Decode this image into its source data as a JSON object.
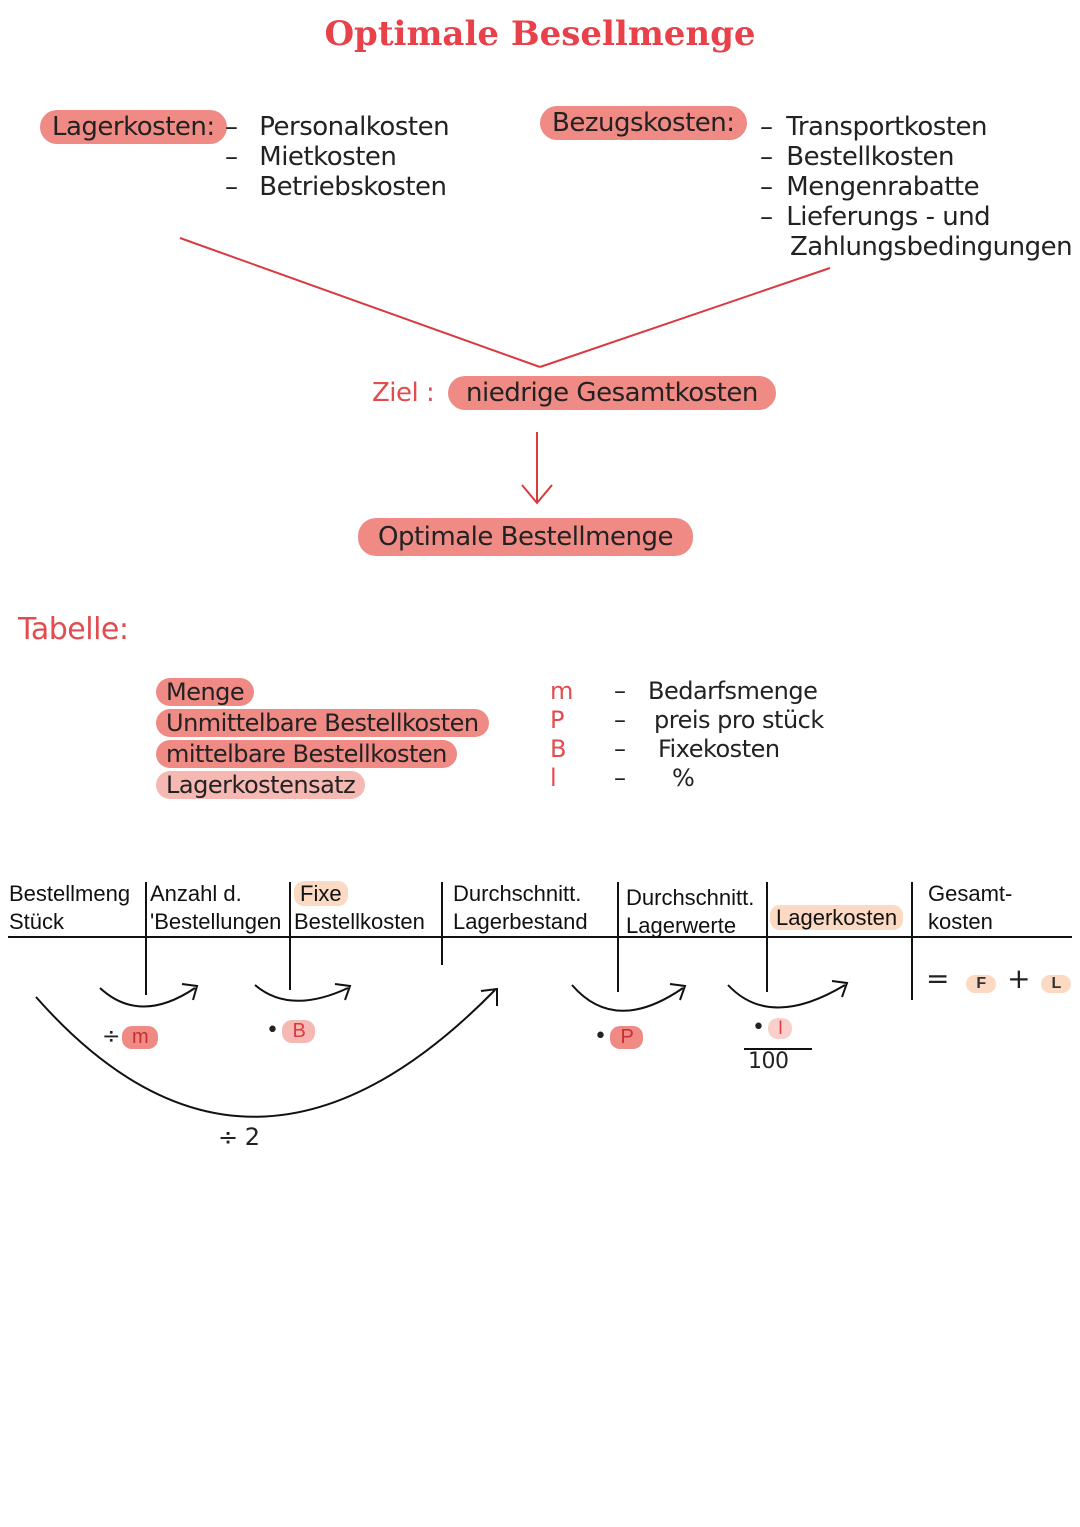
{
  "title": "Optimale Besellmenge",
  "left_group": {
    "label": "Lagerkosten:",
    "items": [
      "Personalkosten",
      "Mietkosten",
      "Betriebskosten"
    ]
  },
  "right_group": {
    "label": "Bezugskosten:",
    "items": [
      "Transportkosten",
      "Bestellkosten",
      "Mengenrabatte",
      "Lieferungs - und",
      "Zahlungsbedingungen"
    ]
  },
  "goal": {
    "label": "Ziel :",
    "value": "niedrige Gesamtkosten"
  },
  "result": "Optimale Bestellmenge",
  "table_section": {
    "label": "Tabelle:",
    "terms": [
      "Menge",
      "Unmittelbare Bestellkosten",
      "mittelbare Bestellkosten",
      "Lagerkostensatz"
    ],
    "symbols": [
      "m",
      "P",
      "B",
      "l"
    ],
    "meanings": [
      "Bedarfsmenge",
      "preis pro stück",
      "Fixekosten",
      "%"
    ]
  },
  "columns": [
    {
      "line1": "Bestellmeng",
      "line2": "Stück"
    },
    {
      "line1": "Anzahl d.",
      "line2": "'Bestellungen"
    },
    {
      "line1": "Fixe",
      "line2": "Bestellkosten"
    },
    {
      "line1": "Durchschnitt.",
      "line2": "Lagerbestand"
    },
    {
      "line1": "Durchschnitt.",
      "line2": "Lagerwerte"
    },
    {
      "line1": "Lagerkosten",
      "line2": ""
    },
    {
      "line1": "Gesamt-",
      "line2": "kosten"
    }
  ],
  "operations": {
    "divide_m": {
      "op": "÷",
      "var": "m"
    },
    "times_b": {
      "op": "•",
      "var": "B"
    },
    "times_p": {
      "op": "•",
      "var": "P"
    },
    "times_l": {
      "op": "•",
      "var": "l",
      "denominator": "100"
    },
    "divide_2": "÷ 2",
    "sum": {
      "eq": "=",
      "a": "F",
      "plus": "+",
      "b": "L"
    }
  },
  "colors": {
    "accent": "#e8414a",
    "highlight": "#f08a85",
    "soft": "#f6b8b3",
    "peach": "#fbd9c2"
  }
}
